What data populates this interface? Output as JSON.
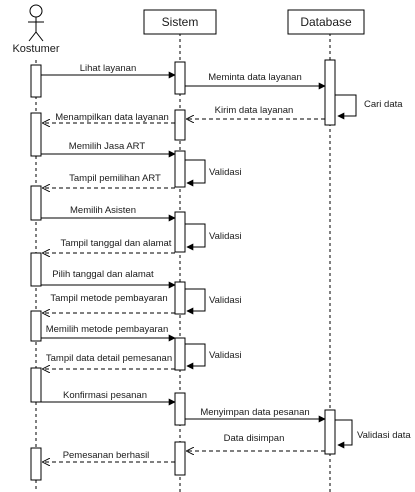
{
  "participants": {
    "actor": "Kostumer",
    "system": "Sistem",
    "database": "Database"
  },
  "messages": [
    {
      "text": "Lihat layanan"
    },
    {
      "text": "Meminta data layanan"
    },
    {
      "text": "Cari data"
    },
    {
      "text": "Kirim data layanan"
    },
    {
      "text": "Menampilkan data layanan"
    },
    {
      "text": "Memilih Jasa ART"
    },
    {
      "text": "Validasi"
    },
    {
      "text": "Tampil pemilihan ART"
    },
    {
      "text": "Memilih Asisten"
    },
    {
      "text": "Validasi"
    },
    {
      "text": "Tampil tanggal dan alamat"
    },
    {
      "text": "Pilih tanggal dan alamat"
    },
    {
      "text": "Validasi"
    },
    {
      "text": "Tampil metode pembayaran"
    },
    {
      "text": "Memilih metode pembayaran"
    },
    {
      "text": "Validasi"
    },
    {
      "text": "Tampil data detail pemesanan"
    },
    {
      "text": "Konfirmasi pesanan"
    },
    {
      "text": "Menyimpan data pesanan"
    },
    {
      "text": "Validasi  data"
    },
    {
      "text": "Data disimpan"
    },
    {
      "text": "Pemesanan berhasil"
    }
  ]
}
